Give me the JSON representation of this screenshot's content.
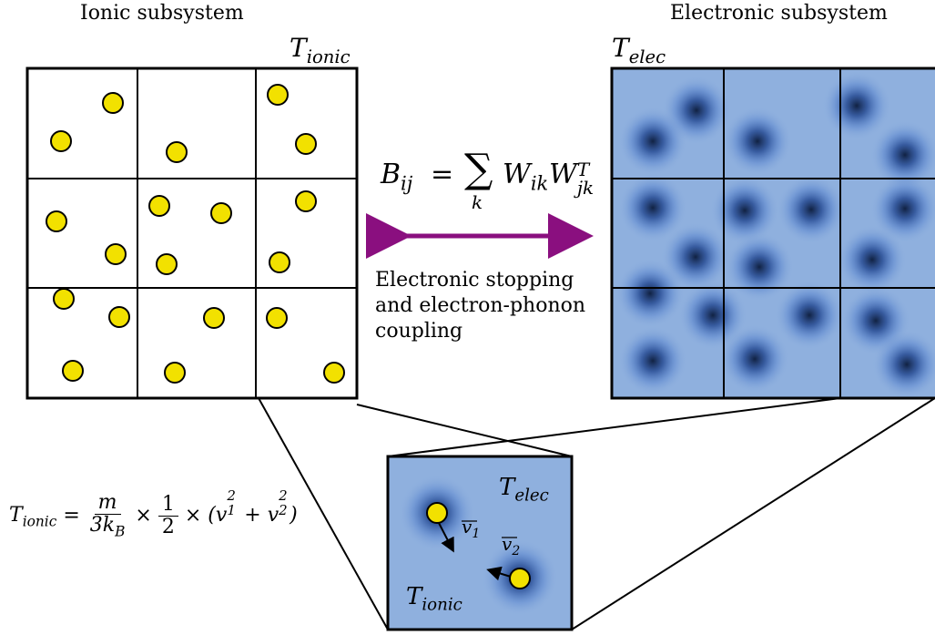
{
  "titles": {
    "ionic": "Ionic subsystem",
    "electronic": "Electronic subsystem"
  },
  "temps": {
    "ionic_main": "T",
    "ionic_main_sub": "ionic",
    "elec_main": "T",
    "elec_main_sub": "elec",
    "elec_zoom": "T",
    "elec_zoom_sub": "elec",
    "ionic_zoom": "T",
    "ionic_zoom_sub": "ionic"
  },
  "coupling_equation": {
    "lhs": "B",
    "lhs_sub": "ij",
    "equals": "=",
    "sum": "∑",
    "sum_index": "k",
    "w1": "W",
    "w1_sub": "ik",
    "w2": "W",
    "w2_sub": "jk",
    "w2_sup": "T"
  },
  "coupling_description": "Electronic stopping\nand electron-phonon\ncoupling",
  "velocity_labels": {
    "v1": "v",
    "v1_sub": "1",
    "v2": "v",
    "v2_sub": "2"
  },
  "ionic_temperature_formula": {
    "lhs": "T",
    "lhs_sub": "ionic",
    "equals": "=",
    "frac1_num": "m",
    "frac1_den": "3k",
    "frac1_den_sub": "B",
    "times1": "×",
    "frac2_num": "1",
    "frac2_den": "2",
    "times2": "×",
    "paren": "(v",
    "v1_sub": "1",
    "v1_sup": "2",
    "plus": " + v",
    "v2_sub": "2",
    "v2_sup": "2",
    "close": ")"
  },
  "colors": {
    "ion_fill": "#f2e100",
    "electron_bg": "#8fb0de",
    "electron_core": "#0a1a3a",
    "arrow": "#8a0f7f",
    "grid_line": "#000000"
  }
}
